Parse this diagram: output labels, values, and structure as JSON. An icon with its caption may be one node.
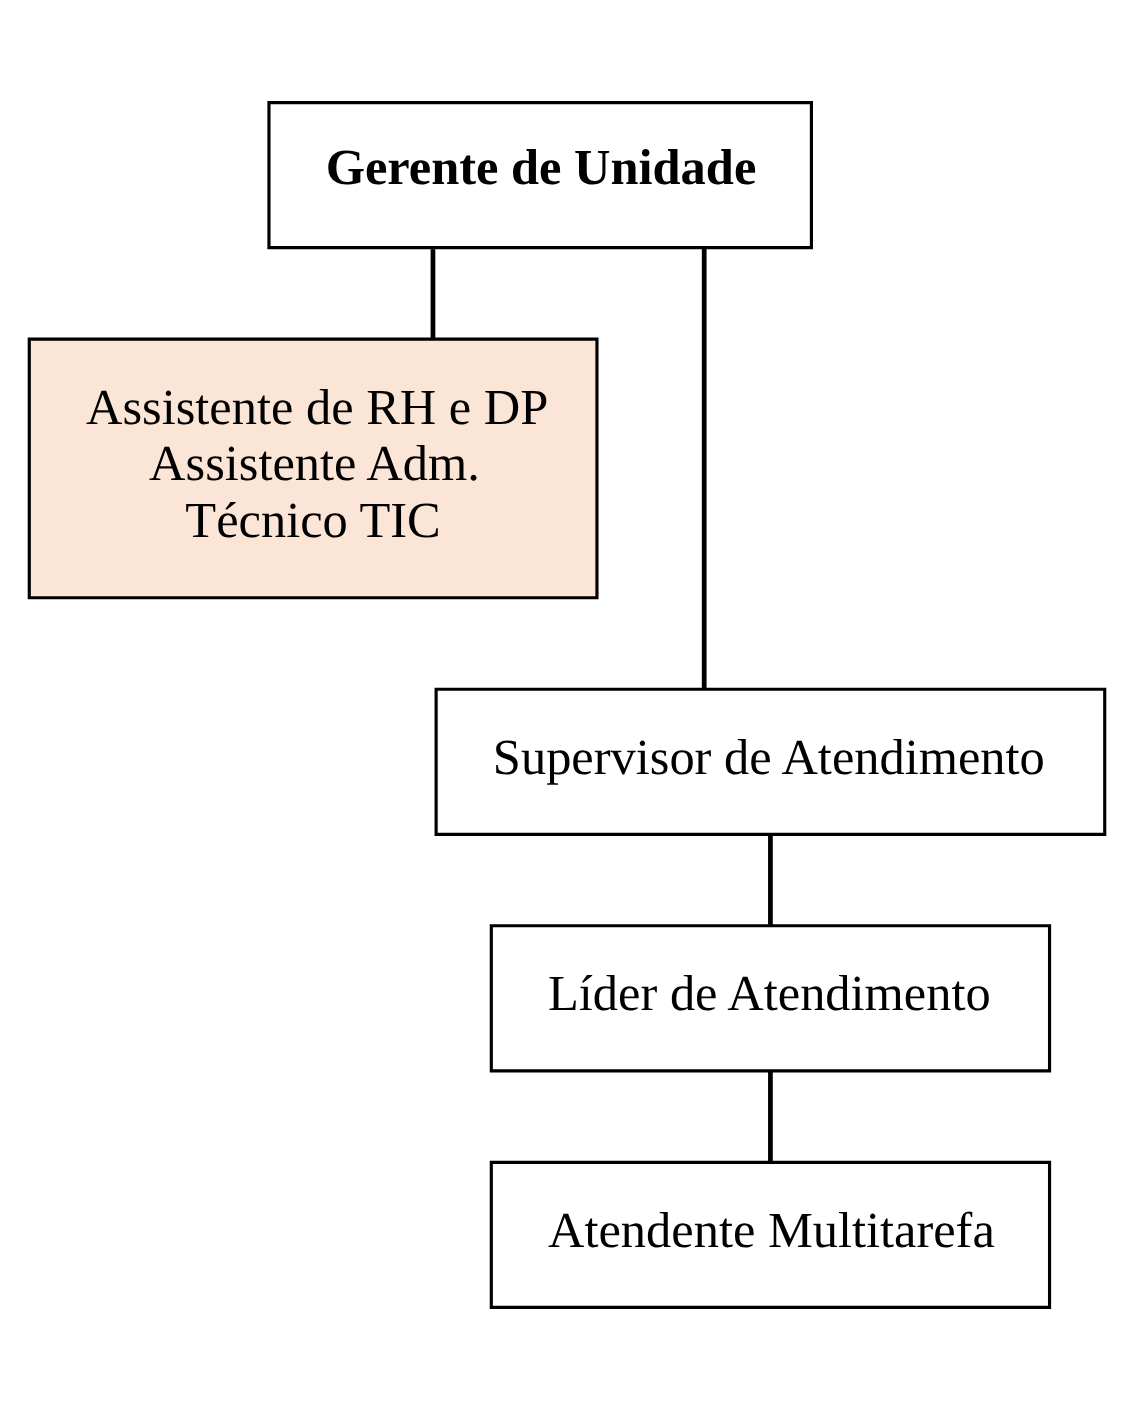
{
  "diagram": {
    "nodes": [
      {
        "text": [
          "Gerente de Unidade"
        ]
      },
      {
        "text": [
          "Assistente de RH e DP",
          "Assistente Adm.",
          "Técnico TIC"
        ]
      },
      {
        "text": [
          "Supervisor de Atendimento"
        ]
      },
      {
        "text": [
          "Líder de Atendimento"
        ]
      },
      {
        "text": [
          "Atendente Multitarefa"
        ]
      }
    ],
    "edges": [
      {
        "from": 0,
        "to": 1,
        "arrow": "none"
      },
      {
        "from": 0,
        "to": 2,
        "arrow": "none"
      },
      {
        "from": 2,
        "to": 3,
        "arrow": "none"
      },
      {
        "from": 3,
        "to": 4,
        "arrow": "none"
      }
    ]
  }
}
